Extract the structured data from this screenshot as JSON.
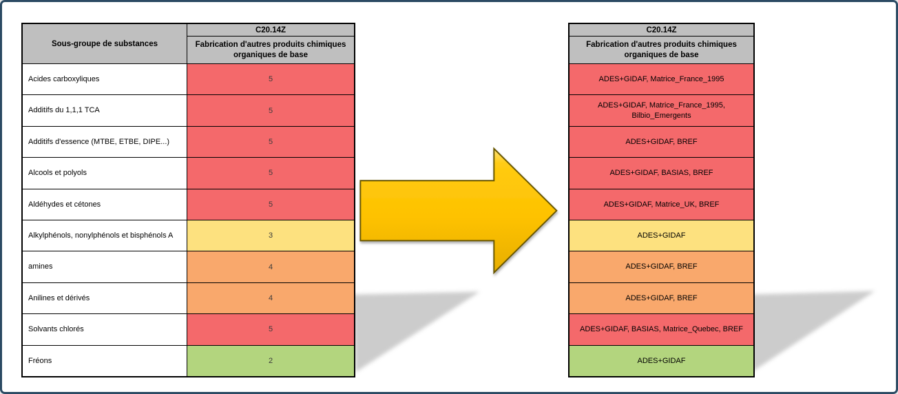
{
  "canvas": {
    "background": "#FFFFFF",
    "border_color": "#2B4A63"
  },
  "palette": {
    "score_red": "#F4696B",
    "score_orange": "#F9A86C",
    "score_yellow": "#FDE17F",
    "score_green": "#B3D57E",
    "header_gray": "#BFBFBF",
    "shadow_gray": "#C7C7C7"
  },
  "header": {
    "left_col_title": "Sous-groupe de substances",
    "code": "C20.14Z",
    "subtitle": "Fabrication d'autres produits chimiques organiques de base"
  },
  "left_table": {
    "rows": [
      {
        "label": "Acides carboxyliques",
        "value": "5",
        "color": "#F4696B"
      },
      {
        "label": "Additifs du 1,1,1 TCA",
        "value": "5",
        "color": "#F4696B"
      },
      {
        "label": "Additifs d'essence (MTBE, ETBE, DIPE...)",
        "value": "5",
        "color": "#F4696B"
      },
      {
        "label": "Alcools et polyols",
        "value": "5",
        "color": "#F4696B"
      },
      {
        "label": "Aldéhydes et cétones",
        "value": "5",
        "color": "#F4696B"
      },
      {
        "label": "Alkylphénols, nonylphénols et bisphénols A",
        "value": "3",
        "color": "#FDE17F"
      },
      {
        "label": "amines",
        "value": "4",
        "color": "#F9A86C"
      },
      {
        "label": "Anilines et dérivés",
        "value": "4",
        "color": "#F9A86C"
      },
      {
        "label": "Solvants chlorés",
        "value": "5",
        "color": "#F4696B"
      },
      {
        "label": "Fréons",
        "value": "2",
        "color": "#B3D57E"
      }
    ]
  },
  "right_table": {
    "rows": [
      {
        "sources": "ADES+GIDAF, Matrice_France_1995",
        "color": "#F4696B"
      },
      {
        "sources": "ADES+GIDAF, Matrice_France_1995, Bilbio_Emergents",
        "color": "#F4696B"
      },
      {
        "sources": "ADES+GIDAF, BREF",
        "color": "#F4696B"
      },
      {
        "sources": "ADES+GIDAF, BASIAS, BREF",
        "color": "#F4696B"
      },
      {
        "sources": "ADES+GIDAF, Matrice_UK, BREF",
        "color": "#F4696B"
      },
      {
        "sources": "ADES+GIDAF",
        "color": "#FDE17F"
      },
      {
        "sources": "ADES+GIDAF, BREF",
        "color": "#F9A86C"
      },
      {
        "sources": "ADES+GIDAF, BREF",
        "color": "#F9A86C"
      },
      {
        "sources": "ADES+GIDAF, BASIAS, Matrice_Quebec, BREF",
        "color": "#F4696B"
      },
      {
        "sources": "ADES+GIDAF",
        "color": "#B3D57E"
      }
    ]
  },
  "arrow": {
    "fill_top": "#FFE37A",
    "fill_upper": "#FFCB13",
    "fill_mid": "#FEC200",
    "fill_bottom": "#E7AE00",
    "outline": "#6B5900"
  },
  "shadow": {
    "color": "#C7C7C7"
  }
}
